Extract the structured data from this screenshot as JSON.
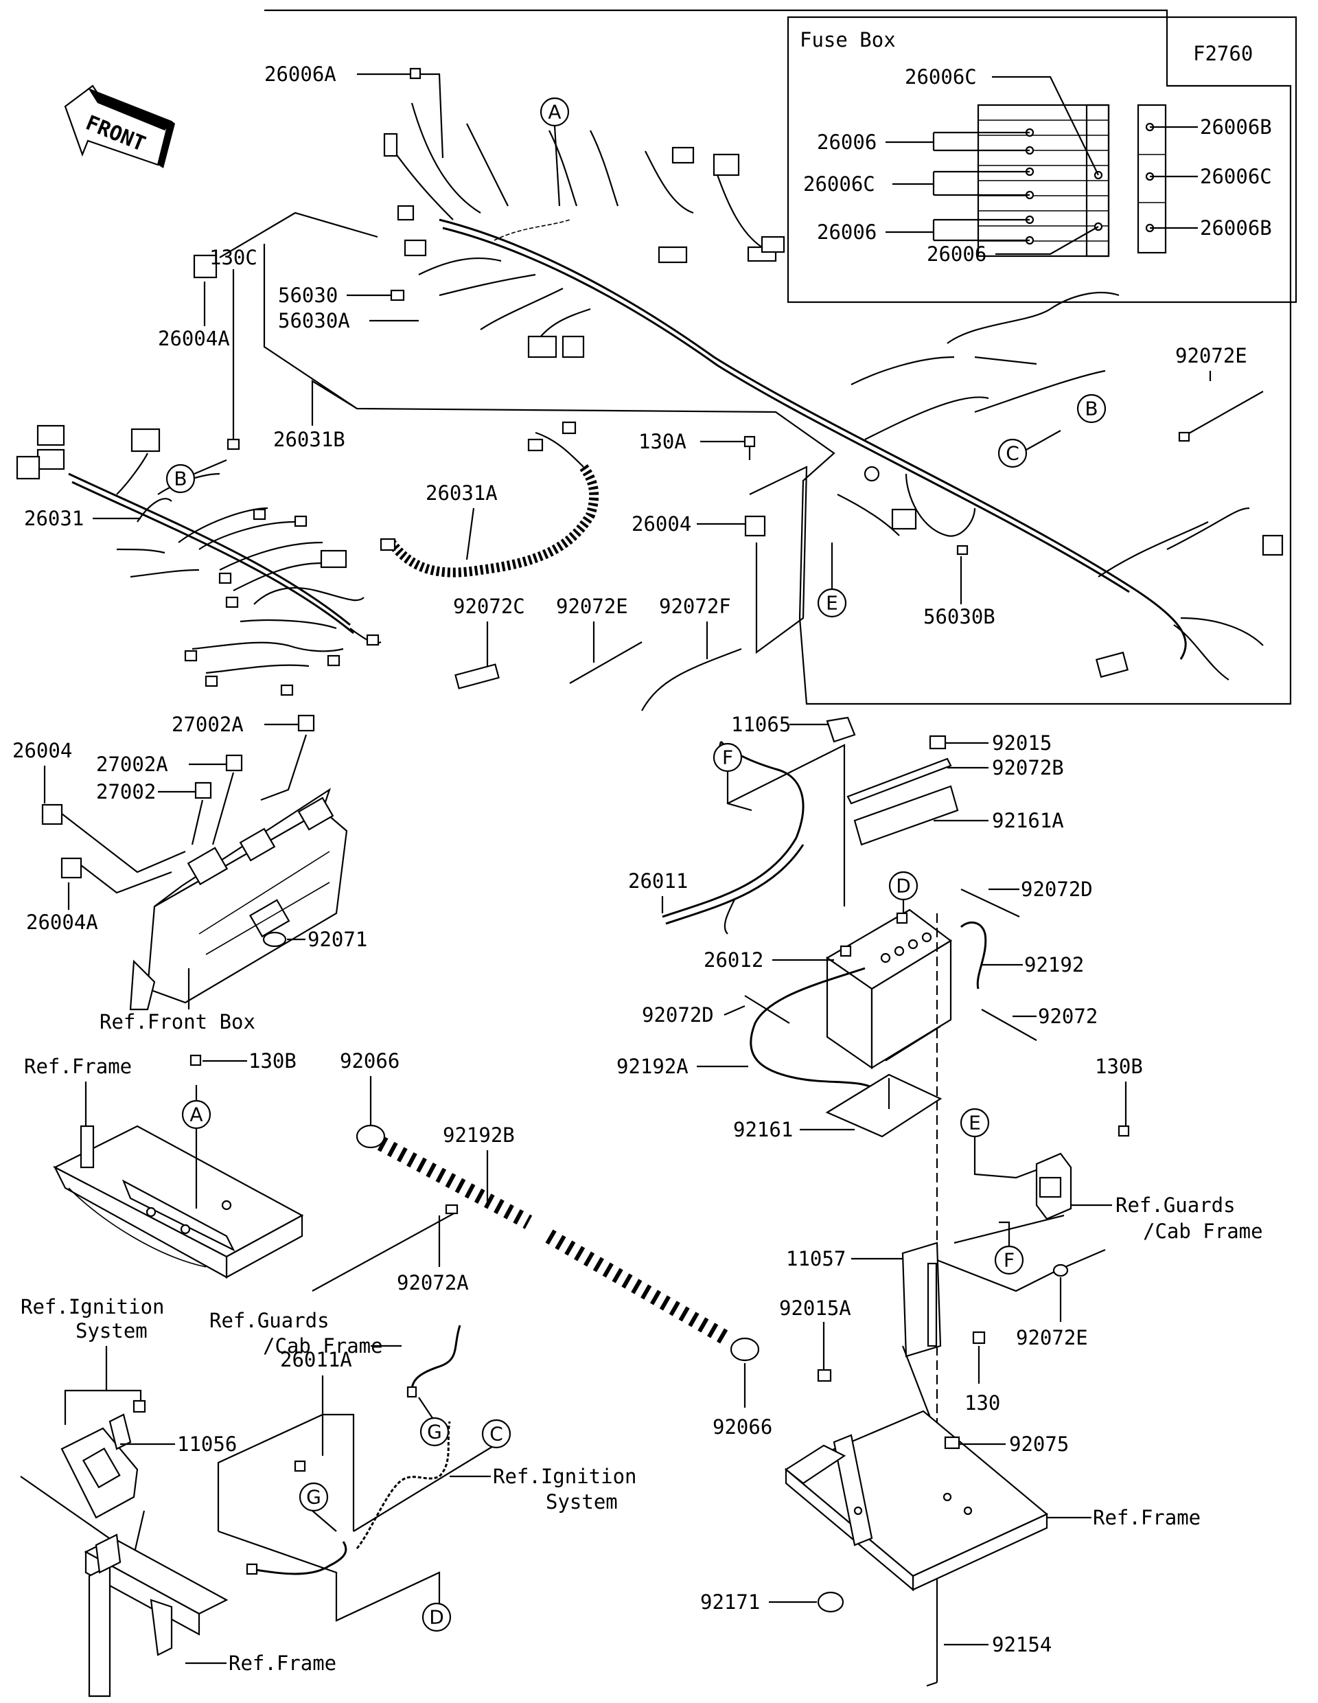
{
  "header": {
    "figure_code": "F2760",
    "front_marker": "FRONT"
  },
  "fuse_box": {
    "title": "Fuse Box",
    "labels": {
      "c_top": "26006C",
      "p1": "26006",
      "c_mid": "26006C",
      "p2": "26006",
      "p_bottom": "26006",
      "b1": "26006B",
      "c_right": "26006C",
      "b2": "26006B"
    }
  },
  "harness_labels": {
    "l26006A": "26006A",
    "l26004A_top": "26004A",
    "l56030": "56030",
    "l56030A": "56030A",
    "l130C": "130C",
    "l26031B": "26031B",
    "l26031": "26031",
    "l26031A": "26031A",
    "l130A": "130A",
    "l26004_mid": "26004",
    "l56030B": "56030B",
    "l92072E_top": "92072E",
    "l92072C": "92072C",
    "l92072E_mid": "92072E",
    "l92072F": "92072F"
  },
  "front_box_labels": {
    "l27002A_a": "27002A",
    "l26004_left": "26004",
    "l27002A_b": "27002A",
    "l27002": "27002",
    "l26004A_left": "26004A",
    "l92071": "92071",
    "ref_front_box": "Ref.Front Box"
  },
  "battery_labels": {
    "l11065": "11065",
    "l92015": "92015",
    "l92072B": "92072B",
    "l92161A": "92161A",
    "l26011": "26011",
    "l92072D_a": "92072D",
    "l26012": "26012",
    "l92192": "92192",
    "l92072D_b": "92072D",
    "l92072": "92072",
    "l92192A": "92192A",
    "l92161": "92161",
    "l130B_right": "130B",
    "ref_guards_1": "Ref.Guards",
    "ref_guards_2": "/Cab Frame",
    "l11057": "11057",
    "l92015A": "92015A",
    "l92072E_bottom": "92072E",
    "l130": "130",
    "l92075": "92075",
    "ref_frame_right": "Ref.Frame",
    "l92171": "92171",
    "l92154": "92154"
  },
  "lower_left_labels": {
    "ref_frame_left": "Ref.Frame",
    "l130B_left": "130B",
    "l92066_top": "92066",
    "l92192B": "92192B",
    "l92072A": "92072A",
    "l92066_bottom": "92066",
    "ref_ign_1": "Ref.Ignition",
    "ref_ign_2": "System",
    "ref_guards_left_1": "Ref.Guards",
    "ref_guards_left_2": "/Cab Frame",
    "l11056": "11056",
    "l26011A": "26011A",
    "ref_ign_right_1": "Ref.Ignition",
    "ref_ign_right_2": "System",
    "ref_frame_bottom": "Ref.Frame"
  },
  "callouts": {
    "A": "A",
    "B": "B",
    "C": "C",
    "D": "D",
    "E": "E",
    "F": "F",
    "G": "G"
  }
}
